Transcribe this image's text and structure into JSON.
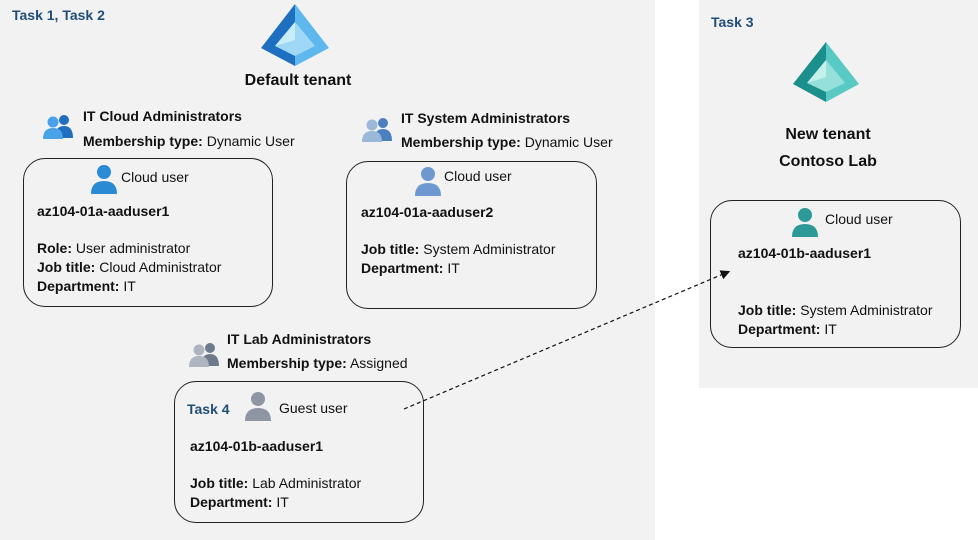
{
  "left_panel": {
    "task_label": "Task 1, Task 2",
    "tenant_title": "Default tenant",
    "groups": [
      {
        "name": "IT Cloud Administrators",
        "membership_label": "Membership type:",
        "membership_value": "Dynamic User"
      },
      {
        "name": "IT System Administrators",
        "membership_label": "Membership type:",
        "membership_value": "Dynamic User"
      },
      {
        "name": "IT Lab Administrators",
        "membership_label": "Membership type:",
        "membership_value": "Assigned"
      }
    ],
    "users": [
      {
        "type": "Cloud user",
        "username": "az104-01a-aaduser1",
        "fields": [
          {
            "label": "Role:",
            "value": "User administrator"
          },
          {
            "label": "Job title:",
            "value": "Cloud Administrator"
          },
          {
            "label": "Department:",
            "value": "IT"
          }
        ]
      },
      {
        "type": "Cloud user",
        "username": "az104-01a-aaduser2",
        "fields": [
          {
            "label": "Job title:",
            "value": "System Administrator"
          },
          {
            "label": "Department:",
            "value": "IT"
          }
        ]
      },
      {
        "task_label": "Task 4",
        "type": "Guest user",
        "username": "az104-01b-aaduser1",
        "fields": [
          {
            "label": "Job title:",
            "value": "Lab Administrator"
          },
          {
            "label": "Department:",
            "value": "IT"
          }
        ]
      }
    ]
  },
  "right_panel": {
    "task_label": "Task 3",
    "tenant_title_line1": "New tenant",
    "tenant_title_line2": "Contoso Lab",
    "user": {
      "type": "Cloud user",
      "username": "az104-01b-aaduser1",
      "fields": [
        {
          "label": "Job title:",
          "value": "System Administrator"
        },
        {
          "label": "Department:",
          "value": "IT"
        }
      ]
    }
  },
  "colors": {
    "panel_bg": "#f2f2f2",
    "task_label": "#1f4e79",
    "azure_blue": "#2f8fd8",
    "teal": "#3fb5b3",
    "user_blue": "#2a8ad4",
    "user_gray": "#9aa3ae"
  },
  "icons": [
    "azure-ad-pyramid-icon",
    "group-icon",
    "user-icon",
    "guest-user-icon"
  ]
}
